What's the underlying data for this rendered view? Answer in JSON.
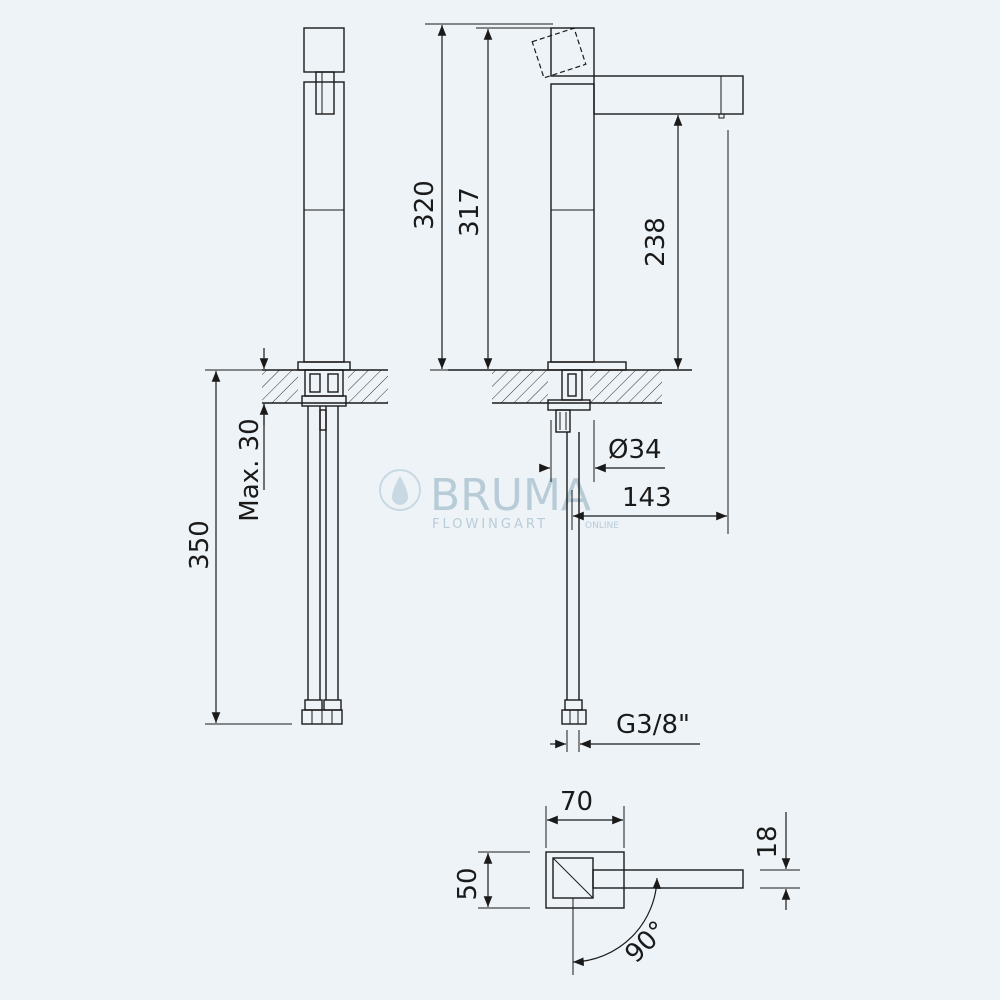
{
  "watermark": {
    "brand": "BRUMA",
    "tagline": "FLOWINGART",
    "tagline_suffix": "ONLINE"
  },
  "dimensions": {
    "total_height": "320",
    "body_height": "317",
    "spout_clearance": "238",
    "deck_max_thickness": "Max. 30",
    "hose_length": "350",
    "body_diameter": "Ø34",
    "spout_reach": "143",
    "connection_thread": "G3/8\"",
    "plan_width": "70",
    "plan_depth": "50",
    "spout_width": "18",
    "rotation_angle": "90°"
  }
}
